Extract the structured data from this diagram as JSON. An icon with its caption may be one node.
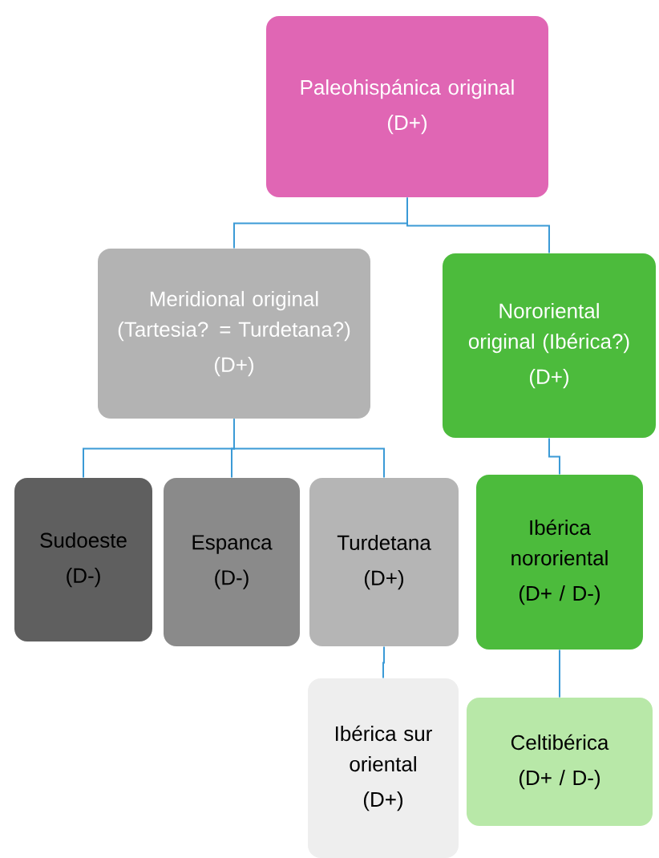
{
  "diagram": {
    "nodes": [
      {
        "text": [
          "Paleohispánica original",
          "(D+)"
        ]
      },
      {
        "text": [
          "Meridional original (Tartesia? = Turdetana?)",
          "(D+)"
        ]
      },
      {
        "text": [
          "Nororiental original (Ibérica?)",
          "(D+)"
        ]
      },
      {
        "text": [
          "Sudoeste",
          "(D-)"
        ]
      },
      {
        "text": [
          "Espanca",
          "(D-)"
        ]
      },
      {
        "text": [
          "Turdetana",
          "(D+)"
        ]
      },
      {
        "text": [
          "Ibérica nororiental",
          "(D+ / D-)"
        ]
      },
      {
        "text": [
          "Ibérica sur oriental",
          "(D+)"
        ]
      },
      {
        "text": [
          "Celtibérica",
          "(D+ / D-)"
        ]
      }
    ],
    "edges": [
      {
        "from": 0,
        "to": 1,
        "arrow": "none"
      },
      {
        "from": 0,
        "to": 2,
        "arrow": "none"
      },
      {
        "from": 1,
        "to": 3,
        "arrow": "none"
      },
      {
        "from": 1,
        "to": 4,
        "arrow": "none"
      },
      {
        "from": 1,
        "to": 5,
        "arrow": "none"
      },
      {
        "from": 2,
        "to": 6,
        "arrow": "none"
      },
      {
        "from": 5,
        "to": 7,
        "arrow": "none"
      },
      {
        "from": 6,
        "to": 8,
        "arrow": "none"
      }
    ]
  }
}
